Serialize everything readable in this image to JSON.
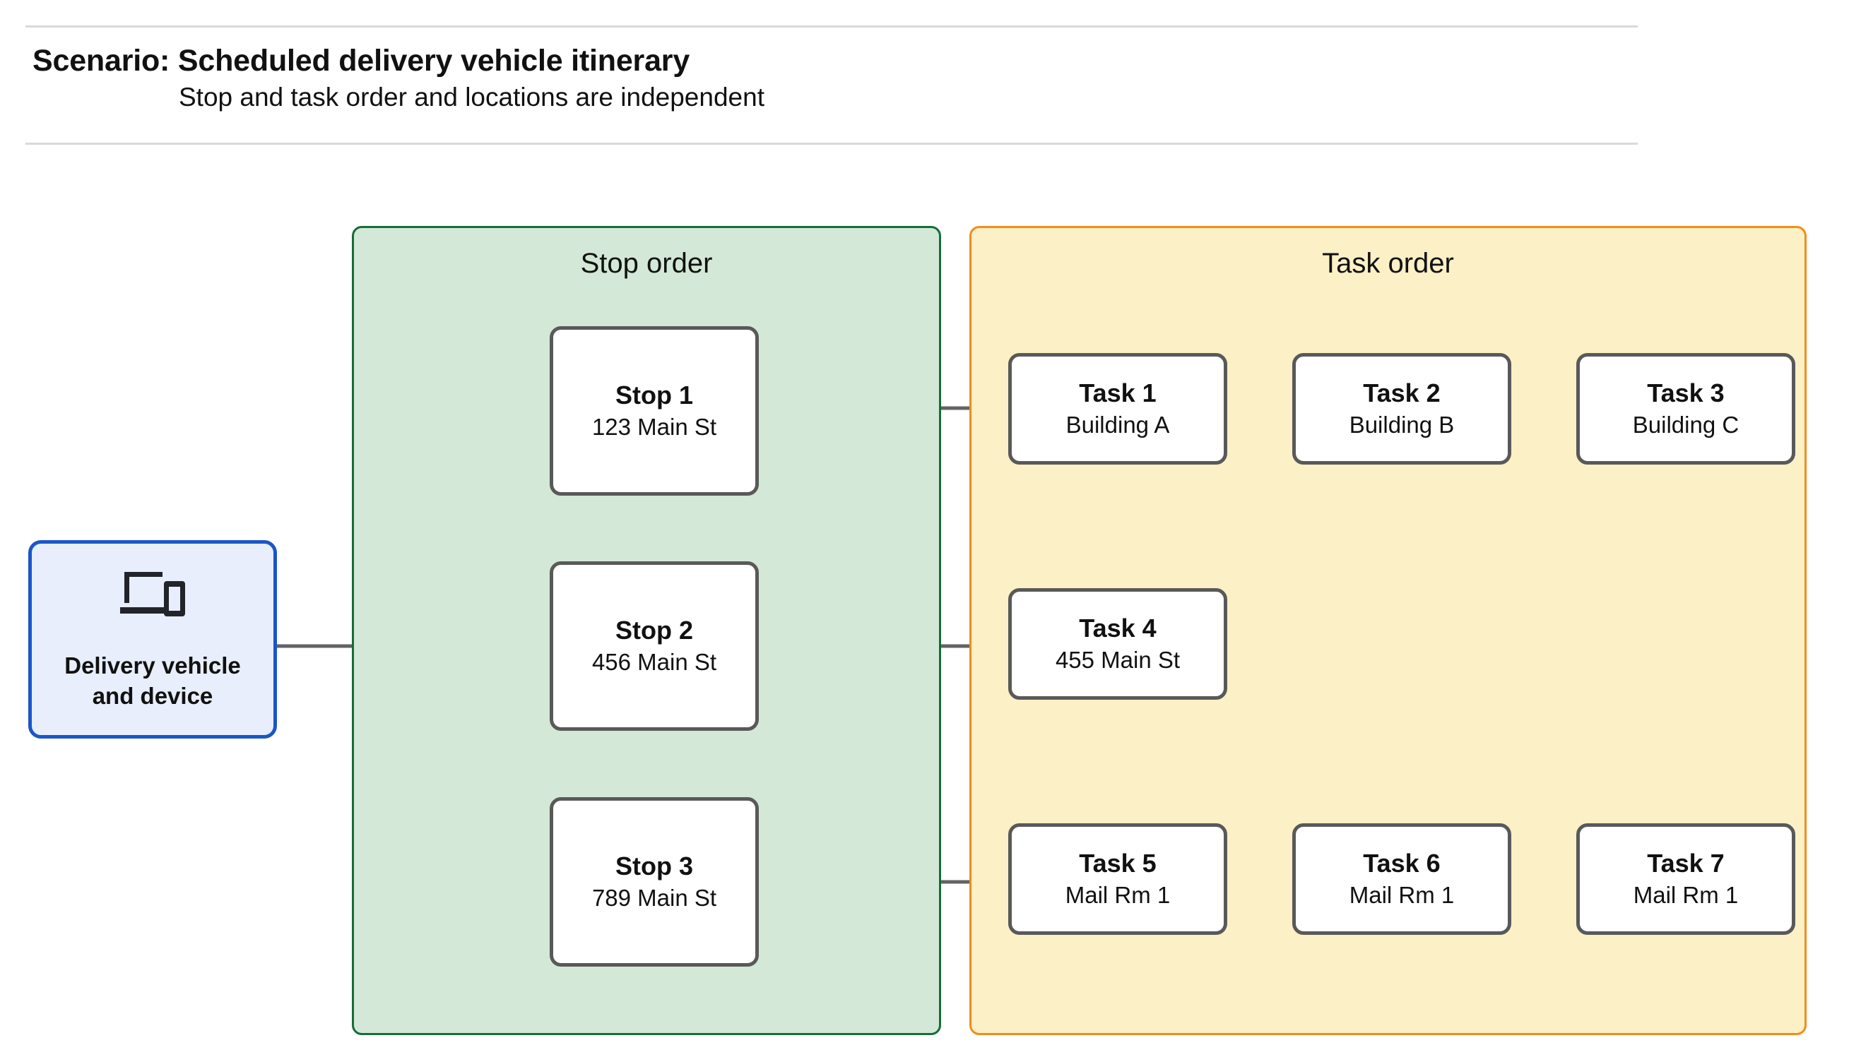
{
  "header": {
    "title": "Scenario: Scheduled delivery vehicle itinerary",
    "subtitle": "Stop and task order and locations are independent"
  },
  "device": {
    "icon": "devices-icon",
    "label": "Delivery vehicle\nand device"
  },
  "panels": {
    "stop": {
      "title": "Stop order",
      "fill": "#d3e8d6",
      "border": "#176c37"
    },
    "task": {
      "title": "Task order",
      "fill": "#fcf0c6",
      "border": "#f28c1c"
    }
  },
  "stops": [
    {
      "title": "Stop 1",
      "address": "123 Main St"
    },
    {
      "title": "Stop 2",
      "address": "456 Main St"
    },
    {
      "title": "Stop 3",
      "address": "789 Main St"
    }
  ],
  "task_rows": [
    [
      {
        "title": "Task 1",
        "location": "Building A"
      },
      {
        "title": "Task 2",
        "location": "Building B"
      },
      {
        "title": "Task 3",
        "location": "Building C"
      }
    ],
    [
      {
        "title": "Task 4",
        "location": "455 Main St"
      }
    ],
    [
      {
        "title": "Task 5",
        "location": "Mail Rm 1"
      },
      {
        "title": "Task 6",
        "location": "Mail Rm 1"
      },
      {
        "title": "Task 7",
        "location": "Mail Rm 1"
      }
    ]
  ],
  "colors": {
    "connector": "#636363",
    "node_border": "#595959",
    "device_border": "#1a56c7",
    "device_fill": "#e8eefb",
    "rule": "#d9d9d9",
    "text": "#111111"
  }
}
